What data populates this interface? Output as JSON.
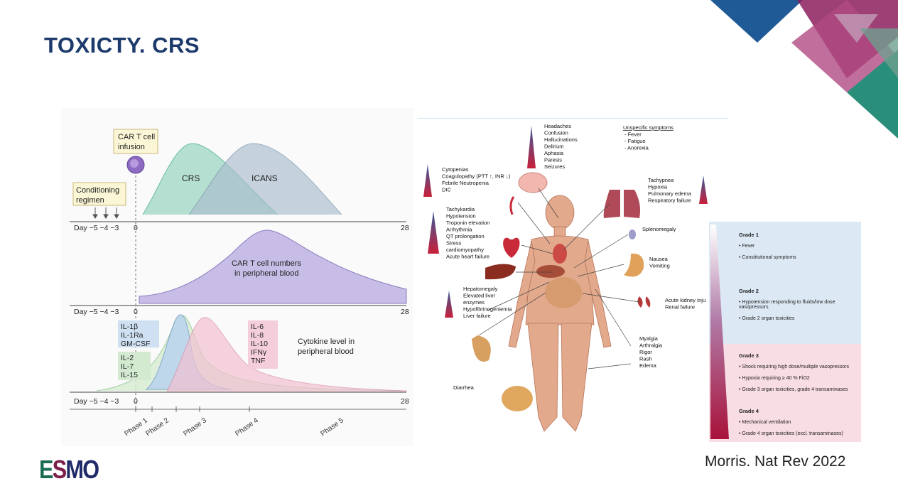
{
  "slide": {
    "title": "TOXICTY. CRS",
    "citation": "Morris. Nat Rev 2022",
    "logo_text": [
      "E",
      "S",
      "M",
      "O"
    ]
  },
  "timeline": {
    "infusion_label": [
      "CAR T cell",
      "infusion"
    ],
    "conditioning_label": [
      "Conditioning",
      "regimen"
    ],
    "day_axis_label": "Day −5 −4 −3",
    "day_zero": "0",
    "day_end": "28",
    "crs_label": "CRS",
    "icans_label": "ICANS",
    "cart_numbers_label": [
      "CAR T cell numbers",
      "in peripheral blood"
    ],
    "cytokine_label": [
      "Cytokine level in",
      "peripheral blood"
    ],
    "cytokines_blue": [
      "IL-1β",
      "IL-1Ra",
      "GM-CSF"
    ],
    "cytokines_green": [
      "IL-2",
      "IL-7",
      "IL-15"
    ],
    "cytokines_pink": [
      "IL-6",
      "IL-8",
      "IL-10",
      "IFNγ",
      "TNF"
    ],
    "phases": [
      "Phase 1",
      "Phase 2",
      "Phase 3",
      "Phase 4",
      "Phase 5"
    ]
  },
  "organ_map": {
    "neuro": [
      "Headaches",
      "Confusion",
      "Hallucinations",
      "Delirium",
      "Aphasia",
      "Paresis",
      "Seizures"
    ],
    "unspecific_title": "Unspecific symptoms",
    "unspecific": [
      "- Fever",
      "- Fatigue",
      "- Anorexia"
    ],
    "blood": [
      "Cytopenias",
      "Coagulopathy (PTT ↑, INR ↓)",
      "Febrile Neutropenia",
      "DIC"
    ],
    "lung": [
      "Tachypnea",
      "Hypoxia",
      "Pulmonary edema",
      "Respiratory failure"
    ],
    "cardiac": [
      "Tachykardia",
      "Hypotension",
      "Troponin elevation",
      "Arrhythmia",
      "QT prolongation",
      "Stress",
      "cardiomyopathy",
      "Acute heart failure"
    ],
    "spleen": "Splenomegaly",
    "gi_upper": [
      "Nausea",
      "Vomiting"
    ],
    "liver": [
      "Hepatomegaly",
      "Elevated liver",
      "enzymes",
      "Hypofibrinogeniemia",
      "Liver failure"
    ],
    "kidney": [
      "Acute kidney Inju",
      "Renal failure"
    ],
    "musculo": [
      "Myalgia",
      "Arthralgia",
      "Rigor",
      "Rash",
      "Edema"
    ],
    "gi_lower": "Diarrhea"
  },
  "grades": [
    {
      "title": "Grade 1",
      "items": [
        "Fever",
        "Constitutional symptoms"
      ]
    },
    {
      "title": "Grade 2",
      "items": [
        "Hypotension responding to fluids/low dose vasopressors",
        "Grade 2 organ toxicities"
      ]
    },
    {
      "title": "Grade 3",
      "items": [
        "Shock requiring high dose/multiple vasopressors",
        "Hypoxia requiring ≥ 40 % FiO2",
        "Grade 3 organ toxicities, grade 4 transaminases"
      ]
    },
    {
      "title": "Grade 4",
      "items": [
        "Mechanical ventilation",
        "Grade 4 organ toxicities (excl. transaminases)"
      ]
    }
  ],
  "colors": {
    "title": "#1c3a6b",
    "crs": "#3aa88c",
    "icans": "#6a8aa4",
    "cart": "#8a7bbf",
    "cytokine_pink": "#e8a0b8",
    "cytokine_blue": "#a9c8e6",
    "cytokine_green": "#b9dfb4",
    "grade_blue": "#dce9f4",
    "grade_pink": "#f9dde4"
  }
}
